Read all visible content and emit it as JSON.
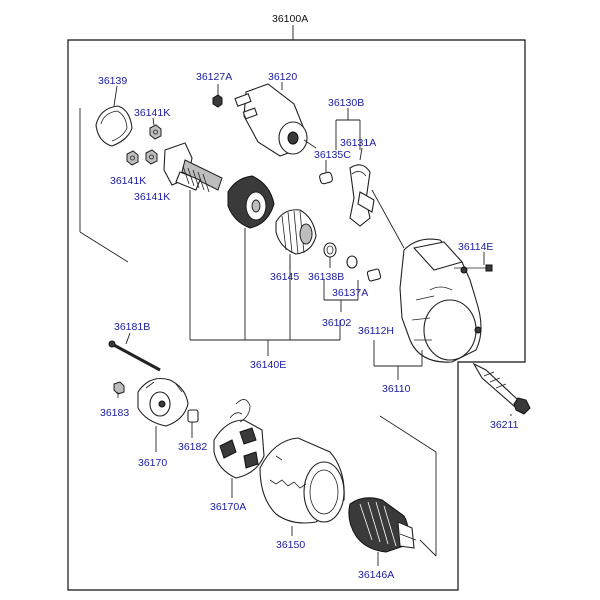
{
  "diagram": {
    "assembly_label": "36100A",
    "labels": {
      "l36139": "36139",
      "l36127A": "36127A",
      "l36120": "36120",
      "l36130B": "36130B",
      "l36141K_a": "36141K",
      "l36141K_b": "36141K",
      "l36141K_c": "36141K",
      "l36131A": "36131A",
      "l36135C": "36135C",
      "l36114E": "36114E",
      "l36145": "36145",
      "l36138B": "36138B",
      "l36137A": "36137A",
      "l36102": "36102",
      "l36112H": "36112H",
      "l36140E": "36140E",
      "l36110": "36110",
      "l36181B": "36181B",
      "l36183": "36183",
      "l36182": "36182",
      "l36170": "36170",
      "l36211": "36211",
      "l36170A": "36170A",
      "l36150": "36150",
      "l36146A": "36146A"
    },
    "colors": {
      "label": "#1a1aa8",
      "assembly_label": "#111111",
      "line": "#222222"
    }
  }
}
